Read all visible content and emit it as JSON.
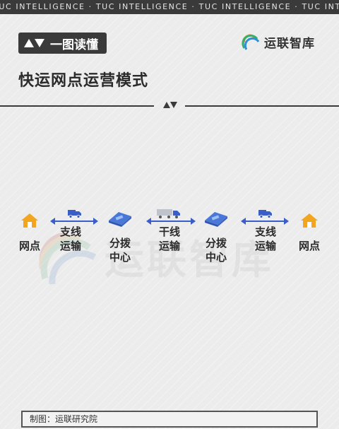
{
  "ticker": "TUC INTELLIGENCE · TUC INTELLIGENCE · TUC INTELLIGENCE · TUC INTELLIGENCE",
  "badge": {
    "label": "一图读懂"
  },
  "logo": {
    "text": "运联智库"
  },
  "title": "快运网点运营模式",
  "watermark": {
    "text": "运联智库"
  },
  "flow": {
    "node1": "网点",
    "link1_line1": "支线",
    "link1_line2": "运输",
    "node2_line1": "分拨",
    "node2_line2": "中心",
    "link2_line1": "干线",
    "link2_line2": "运输",
    "node3_line1": "分拨",
    "node3_line2": "中心",
    "link3_line1": "支线",
    "link3_line2": "运输",
    "node4": "网点"
  },
  "footer": {
    "text": "制图：运联研究院"
  },
  "colors": {
    "house": "#f2a51f",
    "truck": "#3a5ec8",
    "hub": "#4a78d8",
    "dark": "#3a3a3a"
  }
}
